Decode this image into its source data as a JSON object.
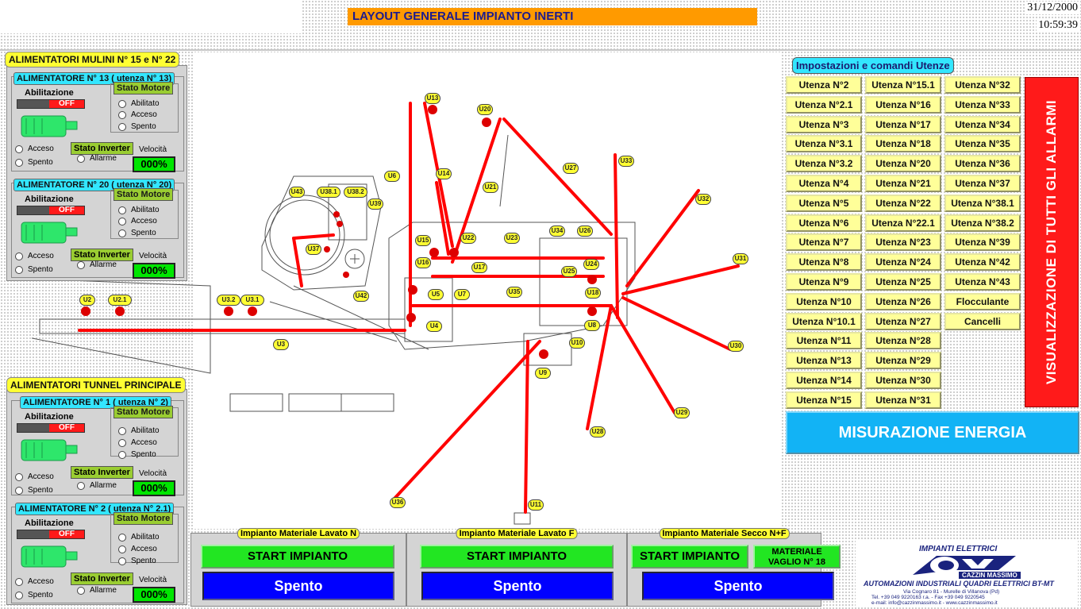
{
  "header": {
    "title": "LAYOUT GENERALE IMPIANTO INERTI",
    "date": "31/12/2000",
    "time": "10:59:39"
  },
  "groups": {
    "mulini": {
      "title": "ALIMENTATORI MULINI N° 15 e N° 22",
      "feeders": [
        {
          "title": "ALIMENTATORE N° 13 ( utenza N° 13)",
          "velocity": "000%"
        },
        {
          "title": "ALIMENTATORE N° 20 ( utenza N° 20)",
          "velocity": "000%"
        }
      ]
    },
    "tunnel": {
      "title": "ALIMENTATORI TUNNEL PRINCIPALE",
      "feeders": [
        {
          "title": "ALIMENTATORE N° 1 ( utenza N° 2)",
          "velocity": "000%"
        },
        {
          "title": "ALIMENTATORE N° 2 ( utenza N° 2.1)",
          "velocity": "000%"
        }
      ]
    }
  },
  "feeder_labels": {
    "abilitazione": "Abilitazione",
    "off": "OFF",
    "stato_motore": "Stato Motore",
    "abilitato": "Abilitato",
    "acceso": "Acceso",
    "spento": "Spento",
    "stato_inverter": "Stato Inverter",
    "allarme": "Allarme",
    "velocita": "Velocità"
  },
  "utenze": {
    "title": "Impostazioni e comandi Utenze",
    "col1": [
      "Utenza N°2",
      "Utenza N°2.1",
      "Utenza N°3",
      "Utenza N°3.1",
      "Utenza N°3.2",
      "Utenza N°4",
      "Utenza N°5",
      "Utenza N°6",
      "Utenza N°7",
      "Utenza N°8",
      "Utenza N°9",
      "Utenza N°10",
      "Utenza N°10.1",
      "Utenza N°11",
      "Utenza N°13",
      "Utenza N°14",
      "Utenza N°15"
    ],
    "col2": [
      "Utenza N°15.1",
      "Utenza N°16",
      "Utenza N°17",
      "Utenza N°18",
      "Utenza N°20",
      "Utenza N°21",
      "Utenza N°22",
      "Utenza N°22.1",
      "Utenza N°23",
      "Utenza N°24",
      "Utenza N°25",
      "Utenza N°26",
      "Utenza N°27",
      "Utenza N°28",
      "Utenza N°29",
      "Utenza N°30",
      "Utenza N°31"
    ],
    "col3": [
      "Utenza N°32",
      "Utenza N°33",
      "Utenza N°34",
      "Utenza N°35",
      "Utenza N°36",
      "Utenza N°37",
      "Utenza N°38.1",
      "Utenza N°38.2",
      "Utenza N°39",
      "Utenza N°42",
      "Utenza N°43",
      "Flocculante",
      "Cancelli"
    ]
  },
  "alarms_button": "VISUALIZZAZIONE DI TUTTI GLI ALLARMI",
  "energy_button": "MISURAZIONE ENERGIA",
  "plants": [
    {
      "title": "Impianto Materiale Lavato N",
      "start": "START IMPIANTO",
      "state": "Spento"
    },
    {
      "title": "Impianto Materiale Lavato F",
      "start": "START IMPIANTO",
      "state": "Spento"
    },
    {
      "title": "Impianto Materiale Secco N+F",
      "start": "START IMPIANTO",
      "state": "Spento",
      "extra": "MATERIALE VAGLIO N° 18"
    }
  ],
  "diagram_tags": [
    "U2",
    "U2.1",
    "U3",
    "U3.1",
    "U3.2",
    "U4",
    "U5",
    "U6",
    "U7",
    "U8",
    "U9",
    "U10",
    "U11",
    "U13",
    "U14",
    "U15",
    "U16",
    "U17",
    "U18",
    "U20",
    "U21",
    "U22",
    "U23",
    "U24",
    "U25",
    "U26",
    "U27",
    "U28",
    "U29",
    "U30",
    "U31",
    "U32",
    "U33",
    "U34",
    "U35",
    "U36",
    "U37",
    "U38.1",
    "U38.2",
    "U39",
    "U42",
    "U43"
  ],
  "logo": {
    "line1": "IMPIANTI ELETTRICI",
    "name": "CAZZIN MASSIMO",
    "line2": "AUTOMAZIONI INDUSTRIALI QUADRI ELETTRICI BT-MT",
    "line3": "Via Cognaro 81 - Murelle di Villanova (Pd)",
    "line4": "Tel. +39 049 9220163 r.a. - Fax +39 049 9220545",
    "line5": "e-mail: info@cazzinmassimo.it - www.cazzinmassimo.it"
  },
  "colors": {
    "title_bar": "#ff9a00",
    "group_title": "#ffff33",
    "feeder_title": "#33e6ff",
    "status_green": "#9acd32",
    "velocity_green": "#00e600",
    "alarm_red": "#ff1a1a",
    "energy_blue": "#12b3f5",
    "start_green": "#22e622",
    "state_blue": "#0000ff",
    "conveyor_red": "#ff0000"
  }
}
